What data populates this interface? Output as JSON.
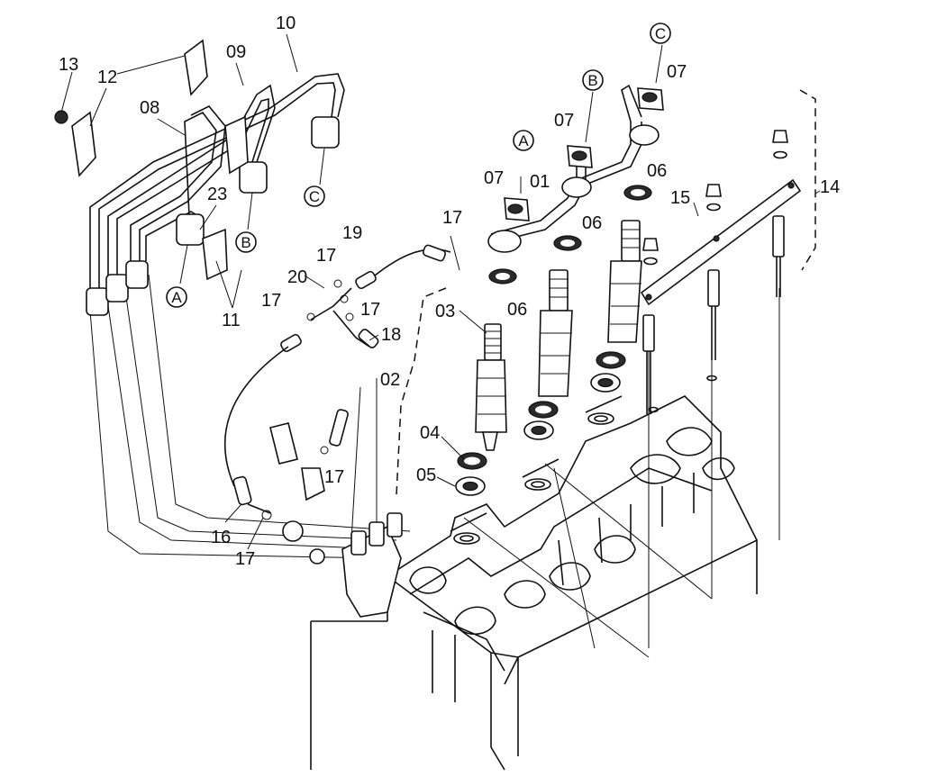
{
  "labels": {
    "p01": "01",
    "p02": "02",
    "p03": "03",
    "p04": "04",
    "p05": "05",
    "p06a": "06",
    "p06b": "06",
    "p06c": "06",
    "p07a": "07",
    "p07b": "07",
    "p07c": "07",
    "p08": "08",
    "p09": "09",
    "p10": "10",
    "p11": "11",
    "p12": "12",
    "p13": "13",
    "p14": "14",
    "p15": "15",
    "p16": "16",
    "p17a": "17",
    "p17b": "17",
    "p17c": "17",
    "p17d": "17",
    "p17e": "17",
    "p17f": "17",
    "p18": "18",
    "p19": "19",
    "p20": "20",
    "p23": "23"
  },
  "refs": {
    "a_left": "A",
    "b_left": "B",
    "c_left": "C",
    "a_right": "A",
    "b_right": "B",
    "c_right": "C"
  }
}
